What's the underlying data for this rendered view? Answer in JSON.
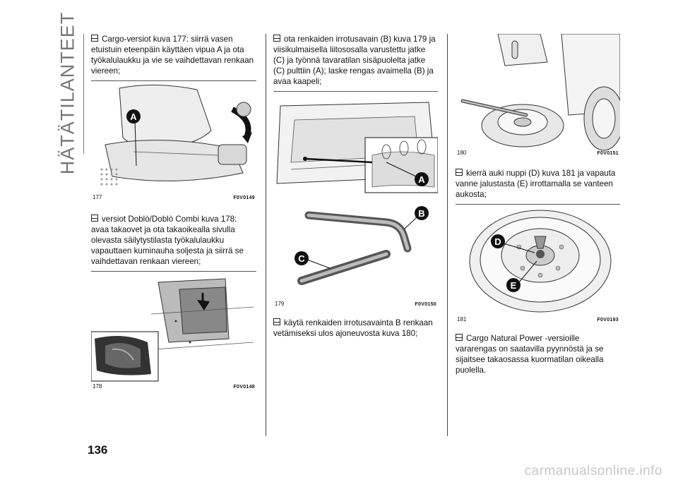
{
  "section_title": "HÄTÄTILANTEET",
  "page_number": "136",
  "footer_watermark": "carmanualsonline.info",
  "col1": {
    "p1": "Cargo-versiot kuva 177: siirrä vasen etuistuin eteenpäin käyttäen vipua A ja ota työkalulaukku ja vie se vaihdettavan renkaan viereen;",
    "fig1": {
      "number": "177",
      "code": "F0V0149",
      "label_a": "A"
    },
    "p2": "versiot Doblò/Doblò Combi kuva 178: avaa takaovet ja ota takaoikealla sivulla olevasta säilytystilasta työkalulaukku vapauttaen kuminauha soljesta ja siirrä se vaihdettavan renkaan viereen;",
    "fig2": {
      "number": "178",
      "code": "F0V0148"
    }
  },
  "col2": {
    "p1": "ota renkaiden irrotusavain (B) kuva 179 ja viisikulmaisella liitososalla varustettu jatke (C) ja työnnä tavaratilan sisäpuolelta jatke (C) pulttiin (A); laske rengas avaimella (B) ja avaa kaapeli;",
    "fig": {
      "number": "179",
      "code": "F0V0150",
      "label_a": "A",
      "label_b": "B",
      "label_c": "C"
    },
    "p2": "käytä renkaiden irrotusavainta B renkaan vetämiseksi ulos ajoneuvosta kuva 180;"
  },
  "col3": {
    "fig1": {
      "number": "180",
      "code": "F0V0151"
    },
    "p1": "kierrä auki nuppi (D) kuva 181 ja vapauta vanne jalustasta (E) irrottamalla se vanteen aukosta;",
    "fig2": {
      "number": "181",
      "code": "F0V0193",
      "label_d": "D",
      "label_e": "E"
    },
    "p2": "Cargo Natural Power -versioille vararengas on saatavilla pyynnöstä ja se sijaitsee takaosassa kuormatilan oikealla puolella."
  }
}
